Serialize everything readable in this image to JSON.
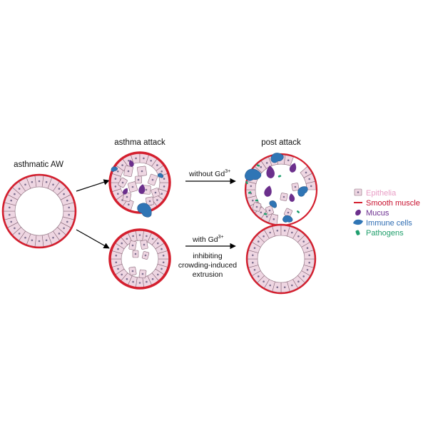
{
  "labels": {
    "asthmatic": "asthmatic AW",
    "attack": "asthma attack",
    "post": "post attack",
    "without_prefix": "without Gd",
    "without_sup": "3+",
    "with_prefix": "with Gd",
    "with_sup": "3+",
    "inhibit_1": "inhibiting",
    "inhibit_2": "crowding-induced",
    "inhibit_3": "extrusion"
  },
  "legend": [
    {
      "name": "legend-epithelia",
      "icon": "epithelial-cell-icon",
      "label": "Epithelia",
      "color": "#e89cc4"
    },
    {
      "name": "legend-smooth-muscle",
      "icon": "smooth-muscle-line-icon",
      "label": "Smooth muscle",
      "color": "#c8102e"
    },
    {
      "name": "legend-mucus",
      "icon": "mucus-drop-icon",
      "label": "Mucus",
      "color": "#6a2d8f"
    },
    {
      "name": "legend-immune-cells",
      "icon": "immune-cell-icon",
      "label": "Immune cells",
      "color": "#2f6db3"
    },
    {
      "name": "legend-pathogens",
      "icon": "pathogen-icon",
      "label": "Pathogens",
      "color": "#1e9e6a"
    }
  ],
  "colors": {
    "muscle": "#d41f2e",
    "cell_fill": "#eed6e2",
    "cell_stroke": "#8a6a7a",
    "nucleus": "#7d6f8f",
    "mucus": "#6b2f8c",
    "immune": "#2f75b5",
    "pathogen": "#1f9e6e"
  }
}
